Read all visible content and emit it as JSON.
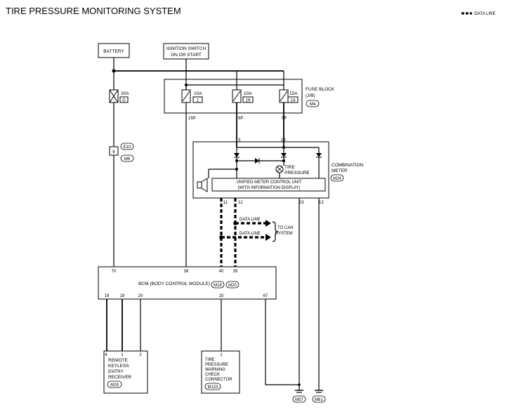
{
  "title": "TIRE PRESSURE MONITORING SYSTEM",
  "legend": {
    "label": ":DATA LINE"
  },
  "battery": "BATTERY",
  "ignition": {
    "line1": "IGNITION SWITCH",
    "line2": "ON OR START"
  },
  "fuse_block": {
    "line1": "FUSE BLOCK",
    "line2": "(J/B)",
    "connector": "M4"
  },
  "fusible_link": {
    "rating": "30A",
    "id": "G"
  },
  "fuses": [
    {
      "rating": "10A",
      "id": "1",
      "terminal": "15P"
    },
    {
      "rating": "10A",
      "id": "19",
      "terminal": "8P"
    },
    {
      "rating": "15A",
      "id": "14",
      "terminal": "5P"
    }
  ],
  "joint": {
    "pin": "6",
    "conn1": "E10",
    "conn2": "M6"
  },
  "combination_meter": {
    "line1": "COMBINATION",
    "line2": "METER",
    "connector": "M24",
    "unit_line1": "UNIFIED METER CONTROL UNIT",
    "unit_line2": "(WITH INFORMATION DISPLAY)",
    "lamp_line1": "TIRE",
    "lamp_line2": "PRESSURE",
    "pins_top": [
      "3",
      "16"
    ],
    "pins_bottom": [
      "11",
      "12",
      "23",
      "13"
    ]
  },
  "can": {
    "data_line_1": "DATA LINE",
    "data_line_2": "DATA LINE",
    "to_can_1": "TO CAN",
    "to_can_2": "SYSTEM"
  },
  "bcm": {
    "label": "BCM (BODY CONTROL MODULE)",
    "conn1": "M18",
    "conn2": "M20",
    "pins_top": [
      "70",
      "38",
      "40",
      "39"
    ],
    "pins_bottom": [
      "19",
      "18",
      "20",
      "15",
      "67"
    ]
  },
  "receiver": {
    "line1": "REMOTE",
    "line2": "KEYLESS",
    "line3": "ENTRY",
    "line4": "RECEIVER",
    "connector": "M29",
    "pins": [
      "4",
      "1",
      "2"
    ]
  },
  "check_connector": {
    "line1": "TIRE",
    "line2": "PRESSURE",
    "line3": "WARNING",
    "line4": "CHECK",
    "line5": "CONNECTOR",
    "connector": "M123",
    "pin": "1"
  },
  "grounds": [
    "M57",
    "M61"
  ]
}
